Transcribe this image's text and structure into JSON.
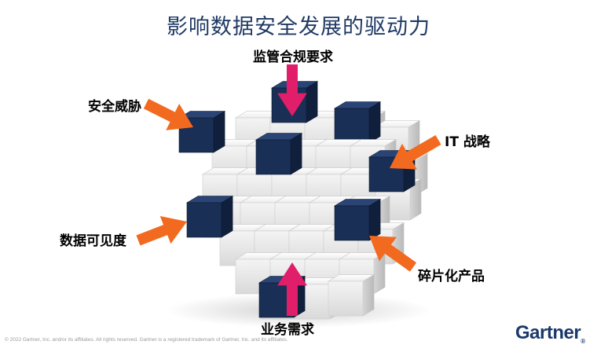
{
  "title": "影响数据安全发展的驱动力",
  "drivers": {
    "top": "监管合规要求",
    "left_upper": "安全威胁",
    "right_upper": "IT 战略",
    "left_lower": "数据可见度",
    "right_lower": "碎片化产品",
    "bottom": "业务需求"
  },
  "footer": "© 2022 Gartner, Inc. and/or its affiliates. All rights reserved. Gartner is a registered trademark of Gartner, Inc. and its affiliates.",
  "logo": {
    "text": "Gartner",
    "mark": "®"
  },
  "colors": {
    "title": "#1f3a64",
    "navy_cube": "#1a2f55",
    "orange_arrow": "#f26a1f",
    "pink_arrow": "#e01e6a"
  },
  "icons": [
    "cube-cluster",
    "arrow-down",
    "arrow-up",
    "arrow-right",
    "arrow-left"
  ]
}
